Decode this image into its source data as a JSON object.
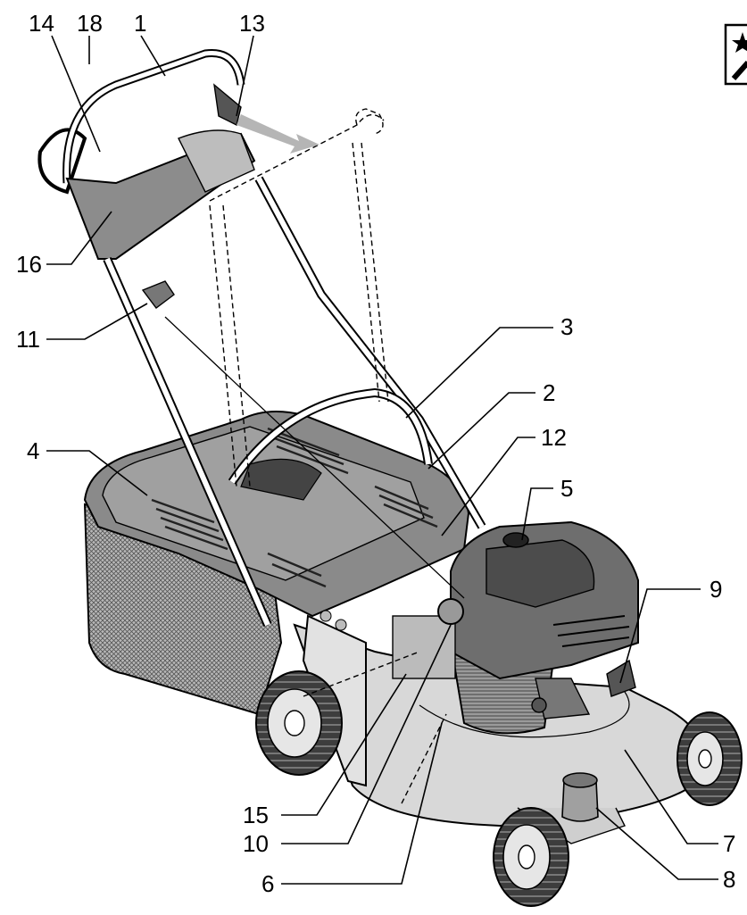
{
  "diagram": {
    "callouts": [
      {
        "id": "14",
        "label": "14"
      },
      {
        "id": "18",
        "label": "18"
      },
      {
        "id": "1",
        "label": "1"
      },
      {
        "id": "13",
        "label": "13"
      },
      {
        "id": "16",
        "label": "16"
      },
      {
        "id": "11",
        "label": "11"
      },
      {
        "id": "3",
        "label": "3"
      },
      {
        "id": "2",
        "label": "2"
      },
      {
        "id": "12",
        "label": "12"
      },
      {
        "id": "4",
        "label": "4"
      },
      {
        "id": "5",
        "label": "5"
      },
      {
        "id": "9",
        "label": "9"
      },
      {
        "id": "15",
        "label": "15"
      },
      {
        "id": "10",
        "label": "10"
      },
      {
        "id": "7",
        "label": "7"
      },
      {
        "id": "6",
        "label": "6"
      },
      {
        "id": "8",
        "label": "8"
      }
    ],
    "colors": {
      "ink": "#000000",
      "body_light": "#cfcfcf",
      "body_mid": "#a9a9a9",
      "body_dark": "#6e6e6e",
      "deck": "#d8d8d8",
      "arrow": "#b5b5b5",
      "tire": "#4a4a4a"
    },
    "corner_icon": "star-wrench-icon"
  }
}
